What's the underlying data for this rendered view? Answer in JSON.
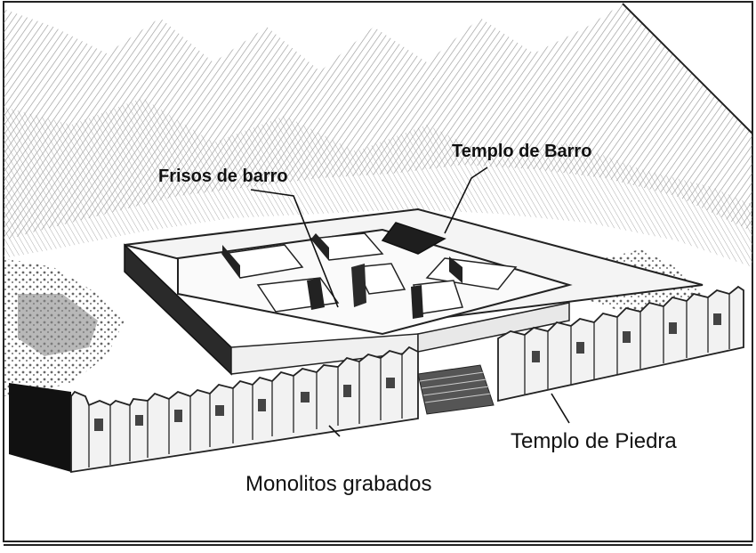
{
  "labels": {
    "templo_barro": "Templo de Barro",
    "frisos": "Frisos de barro",
    "templo_piedra": "Templo de Piedra",
    "monolitos": "Monolitos grabados"
  },
  "colors": {
    "ink": "#111111",
    "paper": "#ffffff",
    "shade": "#3a3a3a",
    "hatch": "#7a7a7a"
  }
}
